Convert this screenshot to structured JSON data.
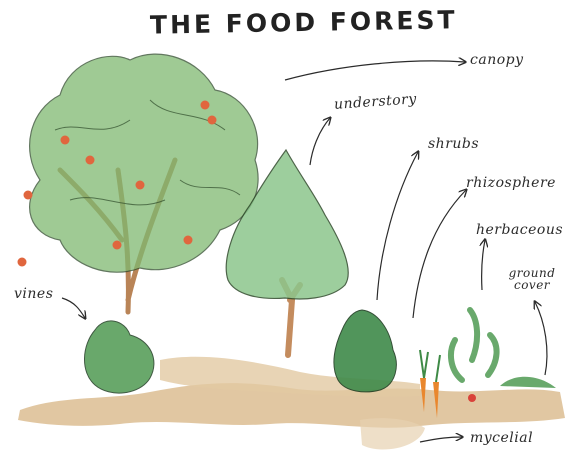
{
  "title": "THE FOOD FOREST",
  "labels": {
    "canopy": "canopy",
    "understory": "understory",
    "shrubs": "shrubs",
    "rhizosphere": "rhizosphere",
    "herbaceous": "herbaceous",
    "ground_cover": "ground cover",
    "vines": "vines",
    "mycelial": "mycelial"
  },
  "colors": {
    "ink": "#2b2b2b",
    "canopy_green": "#7fb971",
    "understory_green": "#8cc68c",
    "shrub_green": "#3f8a4a",
    "apple_red": "#e0663e",
    "soil": "#d9b88b",
    "trunk": "#c48c5e",
    "carrot": "#e9872e"
  }
}
